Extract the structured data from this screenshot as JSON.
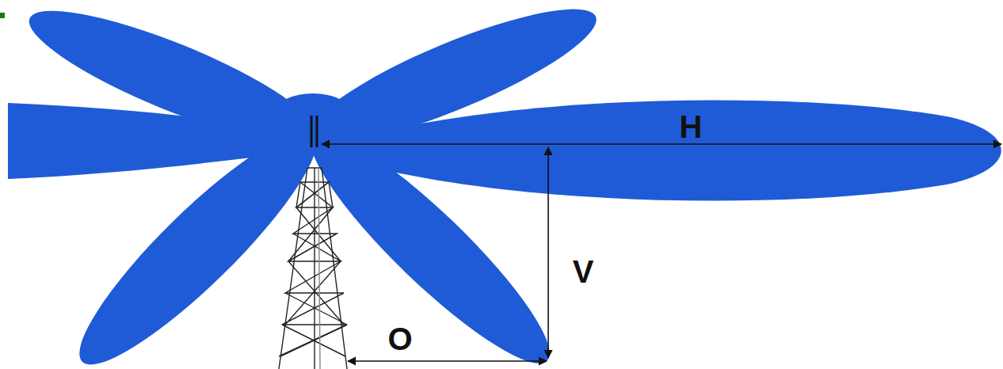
{
  "diagram": {
    "labels": [
      "H",
      "V",
      "O"
    ]
  }
}
